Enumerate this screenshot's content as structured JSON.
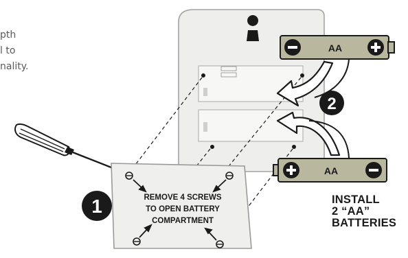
{
  "side_text": [
    "pth",
    "l to",
    "nality."
  ],
  "steps": {
    "step1": {
      "number": "1",
      "label_lines": [
        "REMOVE 4 SCREWS",
        "TO OPEN BATTERY",
        "COMPARTMENT"
      ]
    },
    "step2": {
      "number": "2"
    }
  },
  "batteries": [
    {
      "type": "AA",
      "left_symbol": "minus",
      "right_symbol": "plus"
    },
    {
      "type": "AA",
      "left_symbol": "plus",
      "right_symbol": "minus"
    }
  ],
  "install_note": [
    "INSTALL",
    "2 “AA”",
    "BATTERIES"
  ],
  "colors": {
    "battery_body": "#b9b79e",
    "battery_dark": "#1a1a1a",
    "panel_fill": "#f0f0ef",
    "panel_stroke": "#9a9a9a",
    "ink": "#1a1a1a"
  },
  "icons": [
    "screwdriver-icon",
    "keyhole-icon",
    "screw-icon",
    "battery-icon",
    "arrow-icon"
  ]
}
